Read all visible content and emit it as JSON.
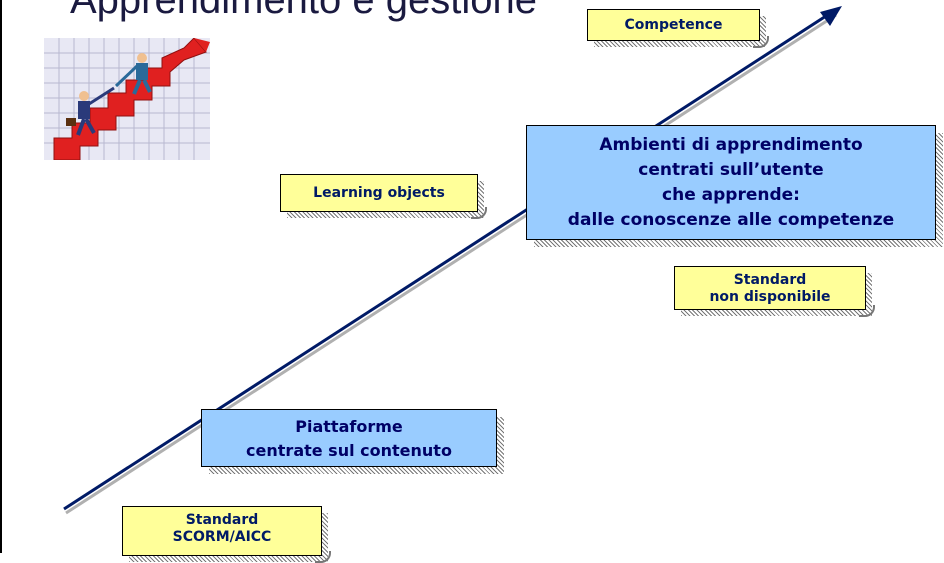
{
  "title_fragment": "Apprendimento e gestione",
  "notes": {
    "competence": "Competence",
    "learning_objects": "Learning objects",
    "standard_na": [
      "Standard",
      "non disponibile"
    ],
    "standard_scorm": [
      "Standard",
      "SCORM/AICC"
    ]
  },
  "boxes": {
    "ambienti": [
      "Ambienti di apprendimento",
      "centrati sull’utente",
      "che apprende:",
      "dalle conoscenze alle competenze"
    ],
    "piattaforme": [
      "Piattaforme",
      "centrate sul contenuto"
    ]
  },
  "icons": {
    "clipart": "business-growth-clipart-icon"
  },
  "colors": {
    "note_fill": "#ffff99",
    "box_fill": "#99ccff",
    "text_navy": "#001a66",
    "arrow": "#001a66"
  }
}
